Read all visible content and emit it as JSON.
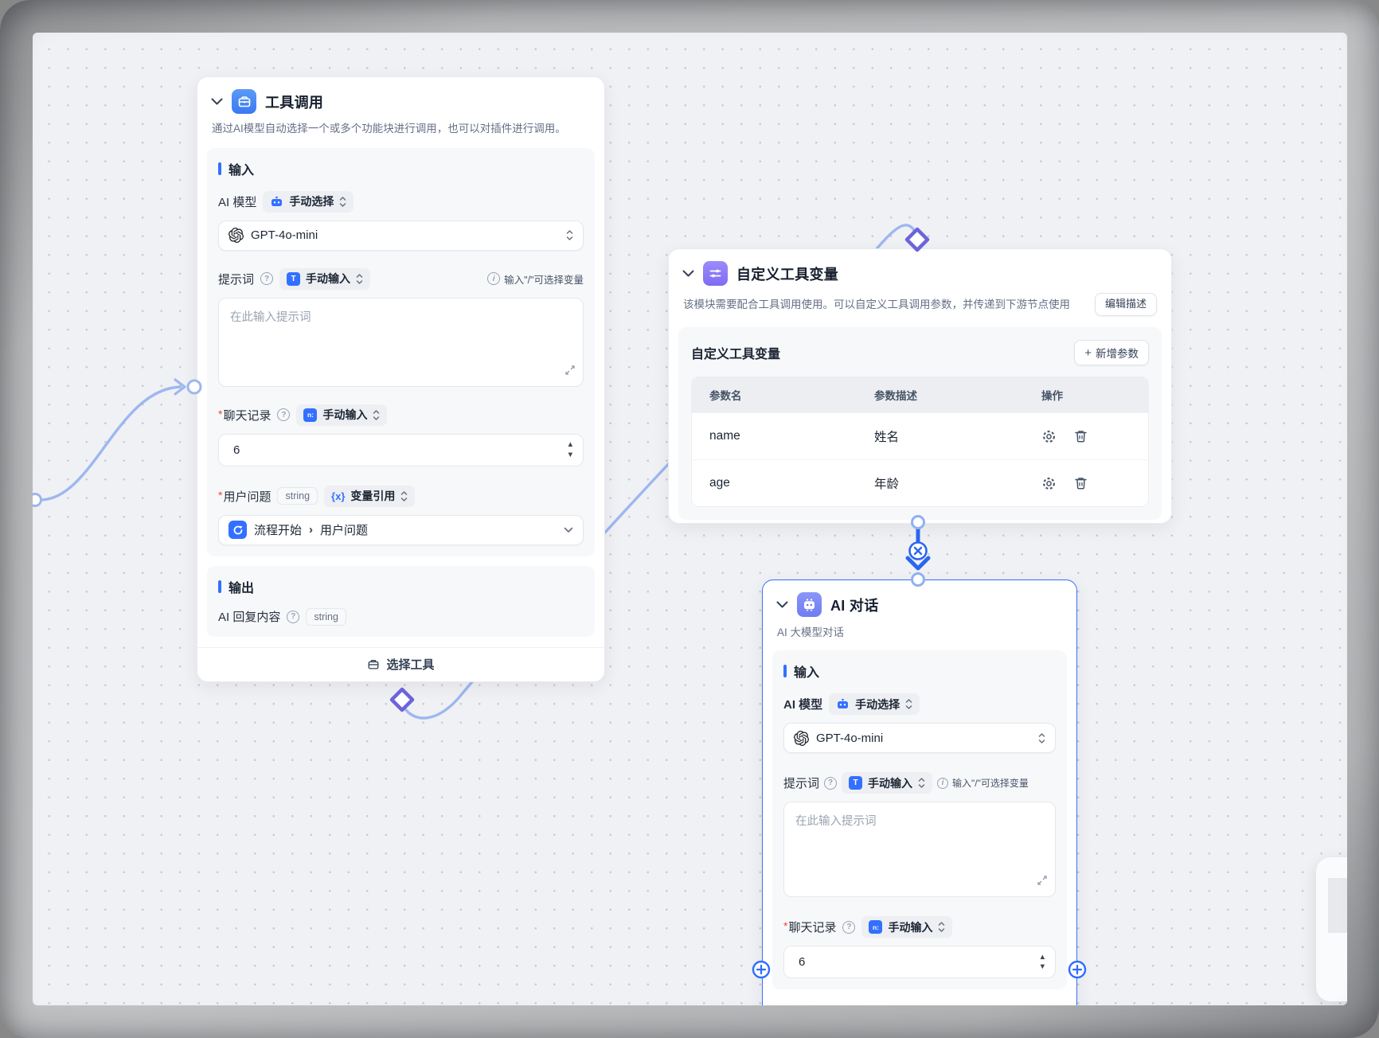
{
  "ui": {
    "required_mark": "*",
    "colors": {
      "accent": "#3370FF",
      "edge_light": "#9DB7F0",
      "edge_selected": "#2A66F2",
      "diamond_marker": "#6E63D9",
      "canvas_bg": "#F0F1F4"
    },
    "icons": {
      "tool_call_node": "briefcase-icon",
      "custom_vars_node": "sliders-icon",
      "ai_chat_node": "robot-icon",
      "model_mode": "robot-icon",
      "text_mode": "text-type-icon",
      "number_mode": "number-type-icon",
      "reference_mode": "curly-x-icon",
      "flow_start": "play-circle-icon"
    }
  },
  "nodes": {
    "tool_call": {
      "title": "工具调用",
      "description": "通过AI模型自动选择一个或多个功能块进行调用，也可以对插件进行调用。",
      "input_section": "输入",
      "ai_model_label": "AI 模型",
      "ai_model_mode": "手动选择",
      "model_value": "GPT-4o-mini",
      "prompt_label": "提示词",
      "prompt_mode": "手动输入",
      "prompt_mode_glyph": "T",
      "prompt_hint": "输入\"/\"可选择变量",
      "prompt_placeholder": "在此输入提示词",
      "history_label": "聊天记录",
      "history_mode": "手动输入",
      "history_mode_glyph": "n:",
      "history_value": "6",
      "question_label": "用户问题",
      "question_type": "string",
      "question_mode": "变量引用",
      "question_mode_glyph": "{x}",
      "question_value_source": "流程开始",
      "question_value_sep": "›",
      "question_value_field": "用户问题",
      "output_section": "输出",
      "output_name": "AI 回复内容",
      "output_type": "string",
      "footer_button": "选择工具"
    },
    "custom_vars": {
      "title": "自定义工具变量",
      "description": "该模块需要配合工具调用使用。可以自定义工具调用参数，并传递到下游节点使用",
      "edit_desc_button": "编辑描述",
      "panel_title": "自定义工具变量",
      "add_param_plus": "+",
      "add_param_button": "新增参数",
      "table": {
        "headers": [
          "参数名",
          "参数描述",
          "操作"
        ],
        "rows": [
          {
            "name": "name",
            "desc": "姓名"
          },
          {
            "name": "age",
            "desc": "年龄"
          }
        ]
      }
    },
    "ai_chat": {
      "title": "AI 对话",
      "subtitle": "AI 大模型对话",
      "input_section": "输入",
      "ai_model_label": "AI 模型",
      "ai_model_mode": "手动选择",
      "model_value": "GPT-4o-mini",
      "prompt_label": "提示词",
      "prompt_mode": "手动输入",
      "prompt_mode_glyph": "T",
      "prompt_hint": "输入\"/\"可选择变量",
      "prompt_placeholder": "在此输入提示词",
      "history_label": "聊天记录",
      "history_mode": "手动输入",
      "history_mode_glyph": "n:",
      "history_value": "6"
    }
  }
}
